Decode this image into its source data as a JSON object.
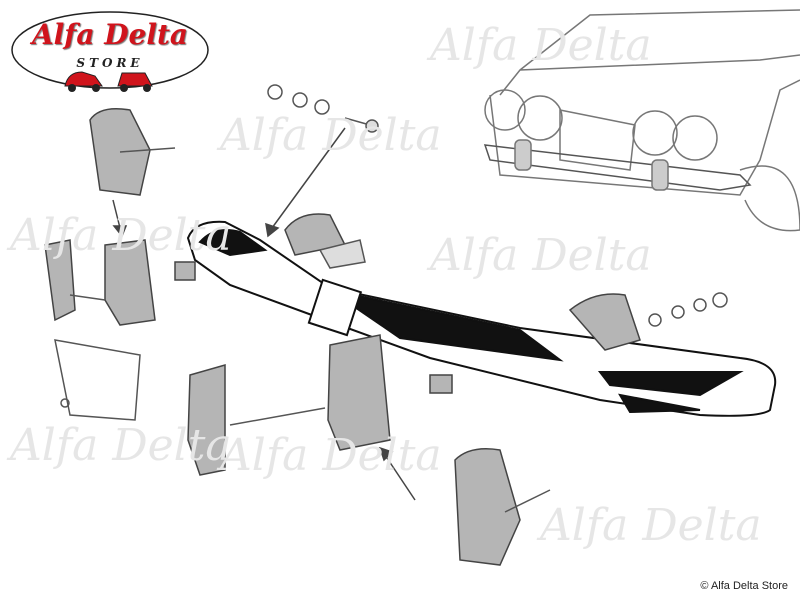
{
  "logo": {
    "title": "Alfa Delta",
    "subtitle": "STORE"
  },
  "watermark": "Alfa Delta",
  "copyright": "© Alfa Delta Store",
  "colors": {
    "brand_red": "#d0141c",
    "line": "#222222",
    "part_grey": "#9a9a9a",
    "watermark": "#ececec"
  }
}
